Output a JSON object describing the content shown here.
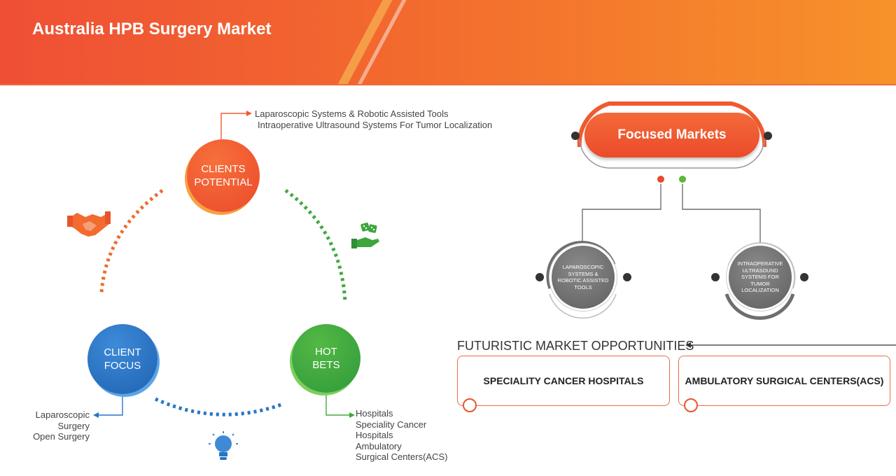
{
  "header": {
    "title": "Australia HPB Surgery Market"
  },
  "cycle": {
    "clients_potential": {
      "line1": "CLIENTS",
      "line2": "POTENTIAL",
      "items": [
        "Laparoscopic Systems & Robotic Assisted Tools",
        "Intraoperative Ultrasound Systems For Tumor Localization"
      ]
    },
    "client_focus": {
      "line1": "CLIENT",
      "line2": "FOCUS",
      "items": [
        "Laparoscopic",
        "Surgery",
        "Open Surgery"
      ]
    },
    "hot_bets": {
      "line1": "HOT",
      "line2": "BETS",
      "items": [
        "Hospitals",
        "Speciality Cancer",
        "Hospitals",
        "Ambulatory",
        "Surgical Centers(ACS)"
      ]
    }
  },
  "icons": {
    "handshake": "handshake-icon",
    "dice": "dice-hand-icon",
    "bulb": "lightbulb-icon"
  },
  "focused_markets": {
    "title": "Focused Markets",
    "items": [
      "LAPAROSCOPIC SYSTEMS & ROBOTIC ASSISTED TOOLS",
      "INTRAOPERATIVE ULTRASOUND SYSTEMS FOR TUMOR LOCALIZATION"
    ]
  },
  "futuristic": {
    "title": "FUTURISTIC MARKET OPPORTUNITIES",
    "cards": [
      "SPECIALITY CANCER HOSPITALS",
      "AMBULATORY SURGICAL CENTERS(ACS)"
    ]
  },
  "colors": {
    "orange": "#ef5a2f",
    "blue": "#2a74c5",
    "green": "#43a842",
    "gray": "#6e6e6e"
  }
}
